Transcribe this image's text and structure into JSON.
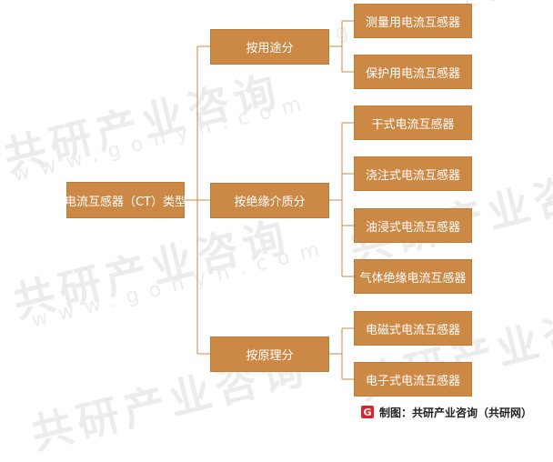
{
  "diagram": {
    "root": "电流互感器（CT）类型",
    "groups": [
      {
        "label": "按用途分",
        "children": [
          "测量用电流互感器",
          "保护用电流互感器"
        ]
      },
      {
        "label": "按绝缘介质分",
        "children": [
          "干式电流互感器",
          "浇注式电流互感器",
          "油浸式电流互感器",
          "气体绝缘电流互感器"
        ]
      },
      {
        "label": "按原理分",
        "children": [
          "电磁式电流互感器",
          "电子式电流互感器"
        ]
      }
    ]
  },
  "watermark": {
    "brand": "共研产业咨询",
    "url": "www.gonyn.com"
  },
  "footer": {
    "logo_letter": "G",
    "caption": "制图：共研产业咨询（共研网）"
  },
  "colors": {
    "node_fill": "#cc8845",
    "connector": "#cc8845",
    "watermark": "#ececec"
  }
}
